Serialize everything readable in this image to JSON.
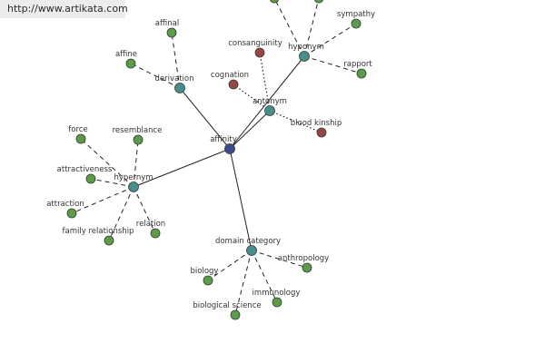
{
  "site_url": "http://www.artikata.com",
  "colors": {
    "center": "#3b4a8c",
    "hub": "#4a8d8d",
    "leaf": "#5d9a4a",
    "leaf_dotted": "#9b4444"
  },
  "nodes": [
    {
      "id": "affinity",
      "label": "affinity",
      "kind": "center"
    },
    {
      "id": "derivation",
      "label": "derivation",
      "kind": "hub"
    },
    {
      "id": "antonym",
      "label": "antonym",
      "kind": "hub"
    },
    {
      "id": "hyponym",
      "label": "hyponym",
      "kind": "hub"
    },
    {
      "id": "hypernym",
      "label": "hypernym",
      "kind": "hub"
    },
    {
      "id": "domain",
      "label": "domain category",
      "kind": "hub"
    },
    {
      "id": "affinal",
      "label": "affinal",
      "kind": "leaf"
    },
    {
      "id": "affine",
      "label": "affine",
      "kind": "leaf"
    },
    {
      "id": "consanguinity",
      "label": "consanguinity",
      "kind": "leaf_dotted"
    },
    {
      "id": "cognation",
      "label": "cognation",
      "kind": "leaf_dotted"
    },
    {
      "id": "bloodkinship",
      "label": "blood kinship",
      "kind": "leaf_dotted"
    },
    {
      "id": "hypo_top1",
      "label": "",
      "kind": "leaf"
    },
    {
      "id": "hypo_top2",
      "label": "",
      "kind": "leaf"
    },
    {
      "id": "sympathy",
      "label": "sympathy",
      "kind": "leaf"
    },
    {
      "id": "rapport",
      "label": "rapport",
      "kind": "leaf"
    },
    {
      "id": "force",
      "label": "force",
      "kind": "leaf"
    },
    {
      "id": "resemblance",
      "label": "resemblance",
      "kind": "leaf"
    },
    {
      "id": "attractiveness",
      "label": "attractiveness",
      "kind": "leaf"
    },
    {
      "id": "attraction",
      "label": "attraction",
      "kind": "leaf"
    },
    {
      "id": "familyrel",
      "label": "family relationship",
      "kind": "leaf"
    },
    {
      "id": "relation",
      "label": "relation",
      "kind": "leaf"
    },
    {
      "id": "biology",
      "label": "biology",
      "kind": "leaf"
    },
    {
      "id": "biosci",
      "label": "biological science",
      "kind": "leaf"
    },
    {
      "id": "immunology",
      "label": "immunology",
      "kind": "leaf"
    },
    {
      "id": "anthropology",
      "label": "anthropology",
      "kind": "leaf"
    }
  ],
  "edges": [
    {
      "from": "affinity",
      "to": "derivation",
      "style": "solid"
    },
    {
      "from": "affinity",
      "to": "antonym",
      "style": "solid"
    },
    {
      "from": "affinity",
      "to": "hyponym",
      "style": "solid"
    },
    {
      "from": "affinity",
      "to": "hypernym",
      "style": "solid"
    },
    {
      "from": "affinity",
      "to": "domain",
      "style": "solid"
    },
    {
      "from": "derivation",
      "to": "affinal",
      "style": "dashed"
    },
    {
      "from": "derivation",
      "to": "affine",
      "style": "dashed"
    },
    {
      "from": "antonym",
      "to": "consanguinity",
      "style": "dotted"
    },
    {
      "from": "antonym",
      "to": "cognation",
      "style": "dotted"
    },
    {
      "from": "antonym",
      "to": "bloodkinship",
      "style": "dotted"
    },
    {
      "from": "hyponym",
      "to": "hypo_top1",
      "style": "dashed"
    },
    {
      "from": "hyponym",
      "to": "hypo_top2",
      "style": "dashed"
    },
    {
      "from": "hyponym",
      "to": "sympathy",
      "style": "dashed"
    },
    {
      "from": "hyponym",
      "to": "rapport",
      "style": "dashed"
    },
    {
      "from": "hypernym",
      "to": "force",
      "style": "dashed"
    },
    {
      "from": "hypernym",
      "to": "resemblance",
      "style": "dashed"
    },
    {
      "from": "hypernym",
      "to": "attractiveness",
      "style": "dashed"
    },
    {
      "from": "hypernym",
      "to": "attraction",
      "style": "dashed"
    },
    {
      "from": "hypernym",
      "to": "familyrel",
      "style": "dashed"
    },
    {
      "from": "hypernym",
      "to": "relation",
      "style": "dashed"
    },
    {
      "from": "domain",
      "to": "biology",
      "style": "dashed"
    },
    {
      "from": "domain",
      "to": "biosci",
      "style": "dashed"
    },
    {
      "from": "domain",
      "to": "immunology",
      "style": "dashed"
    },
    {
      "from": "domain",
      "to": "anthropology",
      "style": "dashed"
    }
  ]
}
